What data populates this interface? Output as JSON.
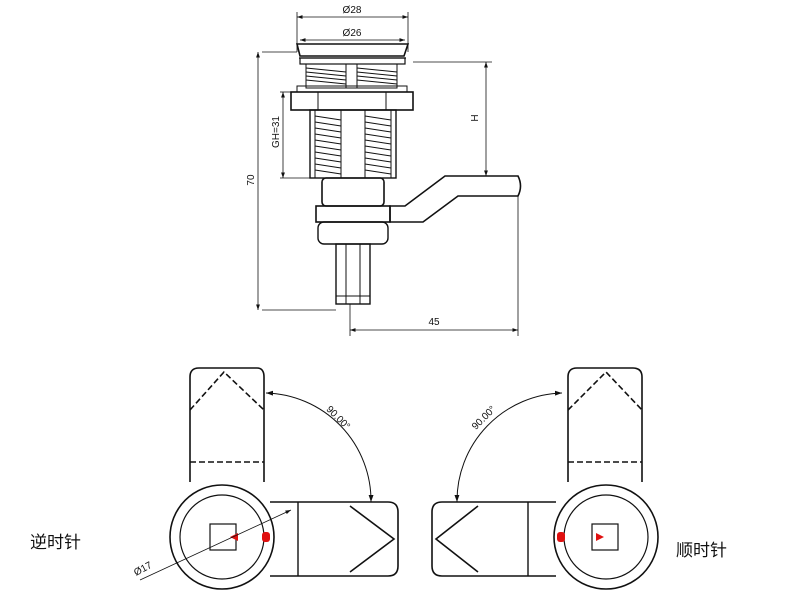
{
  "dimensions": {
    "outer_dia": "Ø28",
    "inner_dia": "Ø26",
    "height_total": "70",
    "grip_height": "GH=31",
    "cam_height": "H",
    "cam_length": "45",
    "angle_left": "90.00°",
    "angle_right": "90.00°",
    "bezel_dia": "Ø17"
  },
  "labels": {
    "counterclockwise": "逆时针",
    "clockwise": "顺时针"
  },
  "colors": {
    "line": "#111111",
    "indicator": "#e01010"
  }
}
